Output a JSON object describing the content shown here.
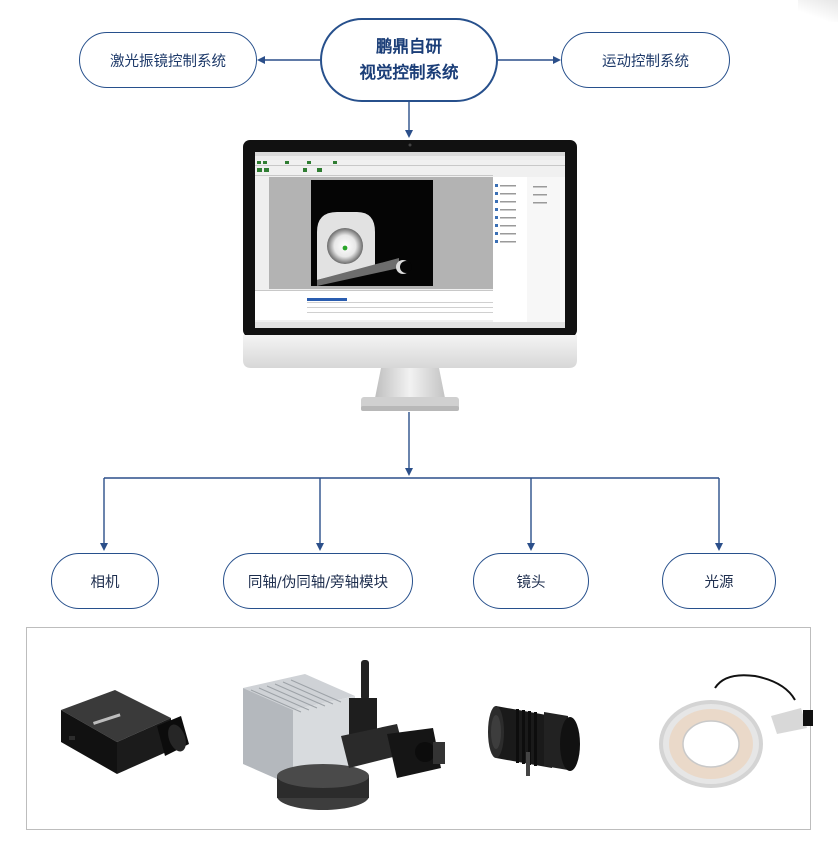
{
  "diagram": {
    "center_node": {
      "line1": "鹏鼎自研",
      "line2": "视觉控制系统"
    },
    "left_node": {
      "label": "激光振镜控制系统"
    },
    "right_node": {
      "label": "运动控制系统"
    },
    "bottom_nodes": [
      {
        "label": "相机"
      },
      {
        "label": "同轴/伪同轴/旁轴模块"
      },
      {
        "label": "镜头"
      },
      {
        "label": "光源"
      }
    ],
    "colors": {
      "line": "#2b4f8a",
      "border": "#27508c",
      "text": "#1b3e78"
    }
  },
  "monitor": {
    "screen": "vision-software-ui"
  },
  "products": {
    "items": [
      "camera-photo",
      "module-photo",
      "lens-photo",
      "ring-light-photo"
    ]
  }
}
